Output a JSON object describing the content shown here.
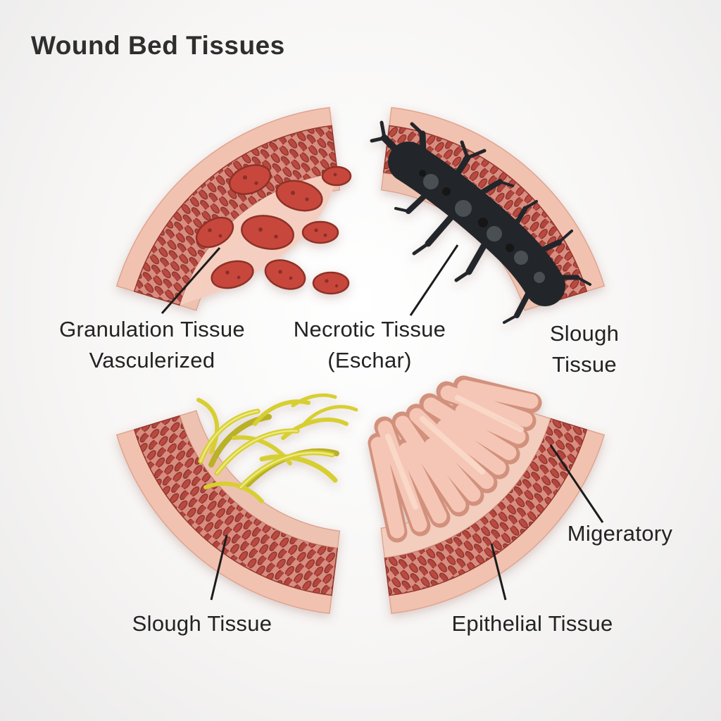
{
  "title": "Wound Bed Tissues",
  "labels": {
    "granulation_line1": "Granulation Tissue",
    "granulation_line2": "Vasculerized",
    "necrotic_line1": "Necrotic Tissue",
    "necrotic_line2": "(Eschar)",
    "slough_right_line1": "Slough",
    "slough_right_line2": "Tissue",
    "slough_bottom": "Slough Tissue",
    "epithelial": "Epithelial Tissue",
    "migratory": "Migeratory"
  },
  "colors": {
    "background": "#f5f4f3",
    "skin_outer_band": "#f2c2b0",
    "cell_tissue": "#bb4a41",
    "cell_tissue_bg": "#d98c80",
    "inner_layer": "#eec2b0",
    "granulation_red": "#c8473d",
    "necrotic_black": "#23272a",
    "slough_yellow": "#d7cf33",
    "epithelial_pink": "#f5c6b5",
    "label_text": "#232323",
    "leader_line": "#1c1c1c"
  }
}
